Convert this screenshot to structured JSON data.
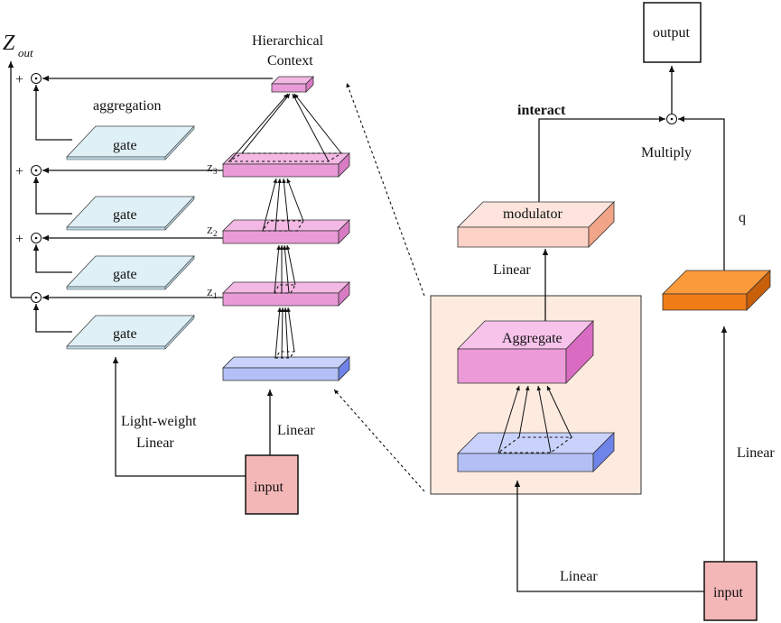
{
  "texts": {
    "z_out": "Z",
    "z_out_sub": "out",
    "hierarchical_context_line1": "Hierarchical",
    "hierarchical_context_line2": "Context",
    "aggregation": "aggregation",
    "gate": "gate",
    "plus": "+",
    "dot": "⊙",
    "z3": "Z",
    "z3_sub": "3",
    "z2": "Z",
    "z2_sub": "2",
    "z1": "Z",
    "z1_sub": "1",
    "light_weight_line1": "Light-weight",
    "light_weight_line2": "Linear",
    "linear": "Linear",
    "input": "input",
    "aggregate": "Aggregate",
    "modulator": "modulator",
    "interact": "interact",
    "multiply": "Multiply",
    "q": "q",
    "output": "output"
  },
  "colors": {
    "gate_fill": "#dff0f6",
    "gate_side": "#b9d8e4",
    "pink_top": "#f3b8e4",
    "pink_front": "#e99bd7",
    "pink_side": "#d77cc3",
    "blue_top": "#c8d2fb",
    "blue_front": "#b3c0f6",
    "blue_side": "#6f84e8",
    "input_fill": "#f4b7b7",
    "modulator_top": "#fde5de",
    "modulator_front": "#fcd3c6",
    "modulator_side": "#f2a488",
    "orange_top": "#fb9a3b",
    "orange_front": "#f07c17",
    "orange_side": "#c85f0b",
    "panel_fill": "#fdebdf",
    "agg_top": "#f7c3eb",
    "agg_front": "#ec9ad8",
    "agg_side": "#d96bc2"
  }
}
